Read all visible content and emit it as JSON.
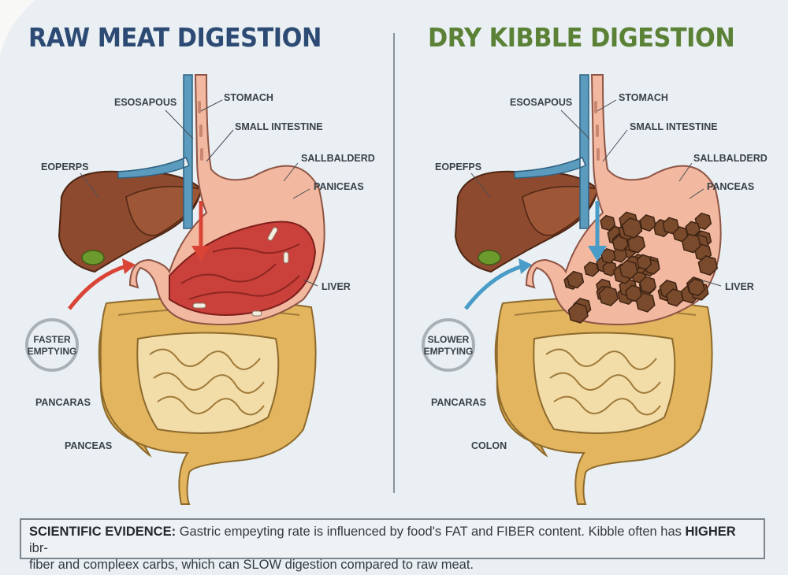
{
  "titles": {
    "left": "RAW MEAT DIGESTION",
    "right": "DRY KIBBLE DIGESTION"
  },
  "colors": {
    "left_title": "#2c4a74",
    "right_title": "#5b8136",
    "meat_arrow": "#d94436",
    "kibble_arrow": "#4a9cc8"
  },
  "left_panel": {
    "labels": {
      "esophagus": "ESOSAPOUS",
      "stomach": "STOMACH",
      "small_intestine": "SMALL INTESTINE",
      "gallbladder": "SALLBALDERD",
      "pancreas": "PANICEAS",
      "liver_top": "EOPERPS",
      "liver": "LIVER",
      "pancaras": "PANCARAS",
      "panceas": "PANCEAS"
    },
    "emptying_line1": "FASTER",
    "emptying_line2": "EMPTYING"
  },
  "right_panel": {
    "labels": {
      "esophagus": "ESOSAPOUS",
      "stomach": "STOMACH",
      "small_intestine": "SMALL INTESTINE",
      "gallbladder": "SALLBALDERD",
      "pancreas": "PANCEAS",
      "liver_top": "EOPEFPS",
      "liver": "LIVER",
      "pancaras": "PANCARAS",
      "colon": "COLON"
    },
    "emptying_line1": "SLOWER",
    "emptying_line2": "EMPTYING"
  },
  "evidence": {
    "heading": "SCIENTIFIC EVIDENCE:",
    "text1": " Gastric empeyting rate is influenced by food's FAT and FIBER content. Kibble often has ",
    "highlight": "HIGHER",
    "text2": " ibr-",
    "text3": "fiber and compleex carbs, which can SLOW digestion compared to raw meat."
  }
}
